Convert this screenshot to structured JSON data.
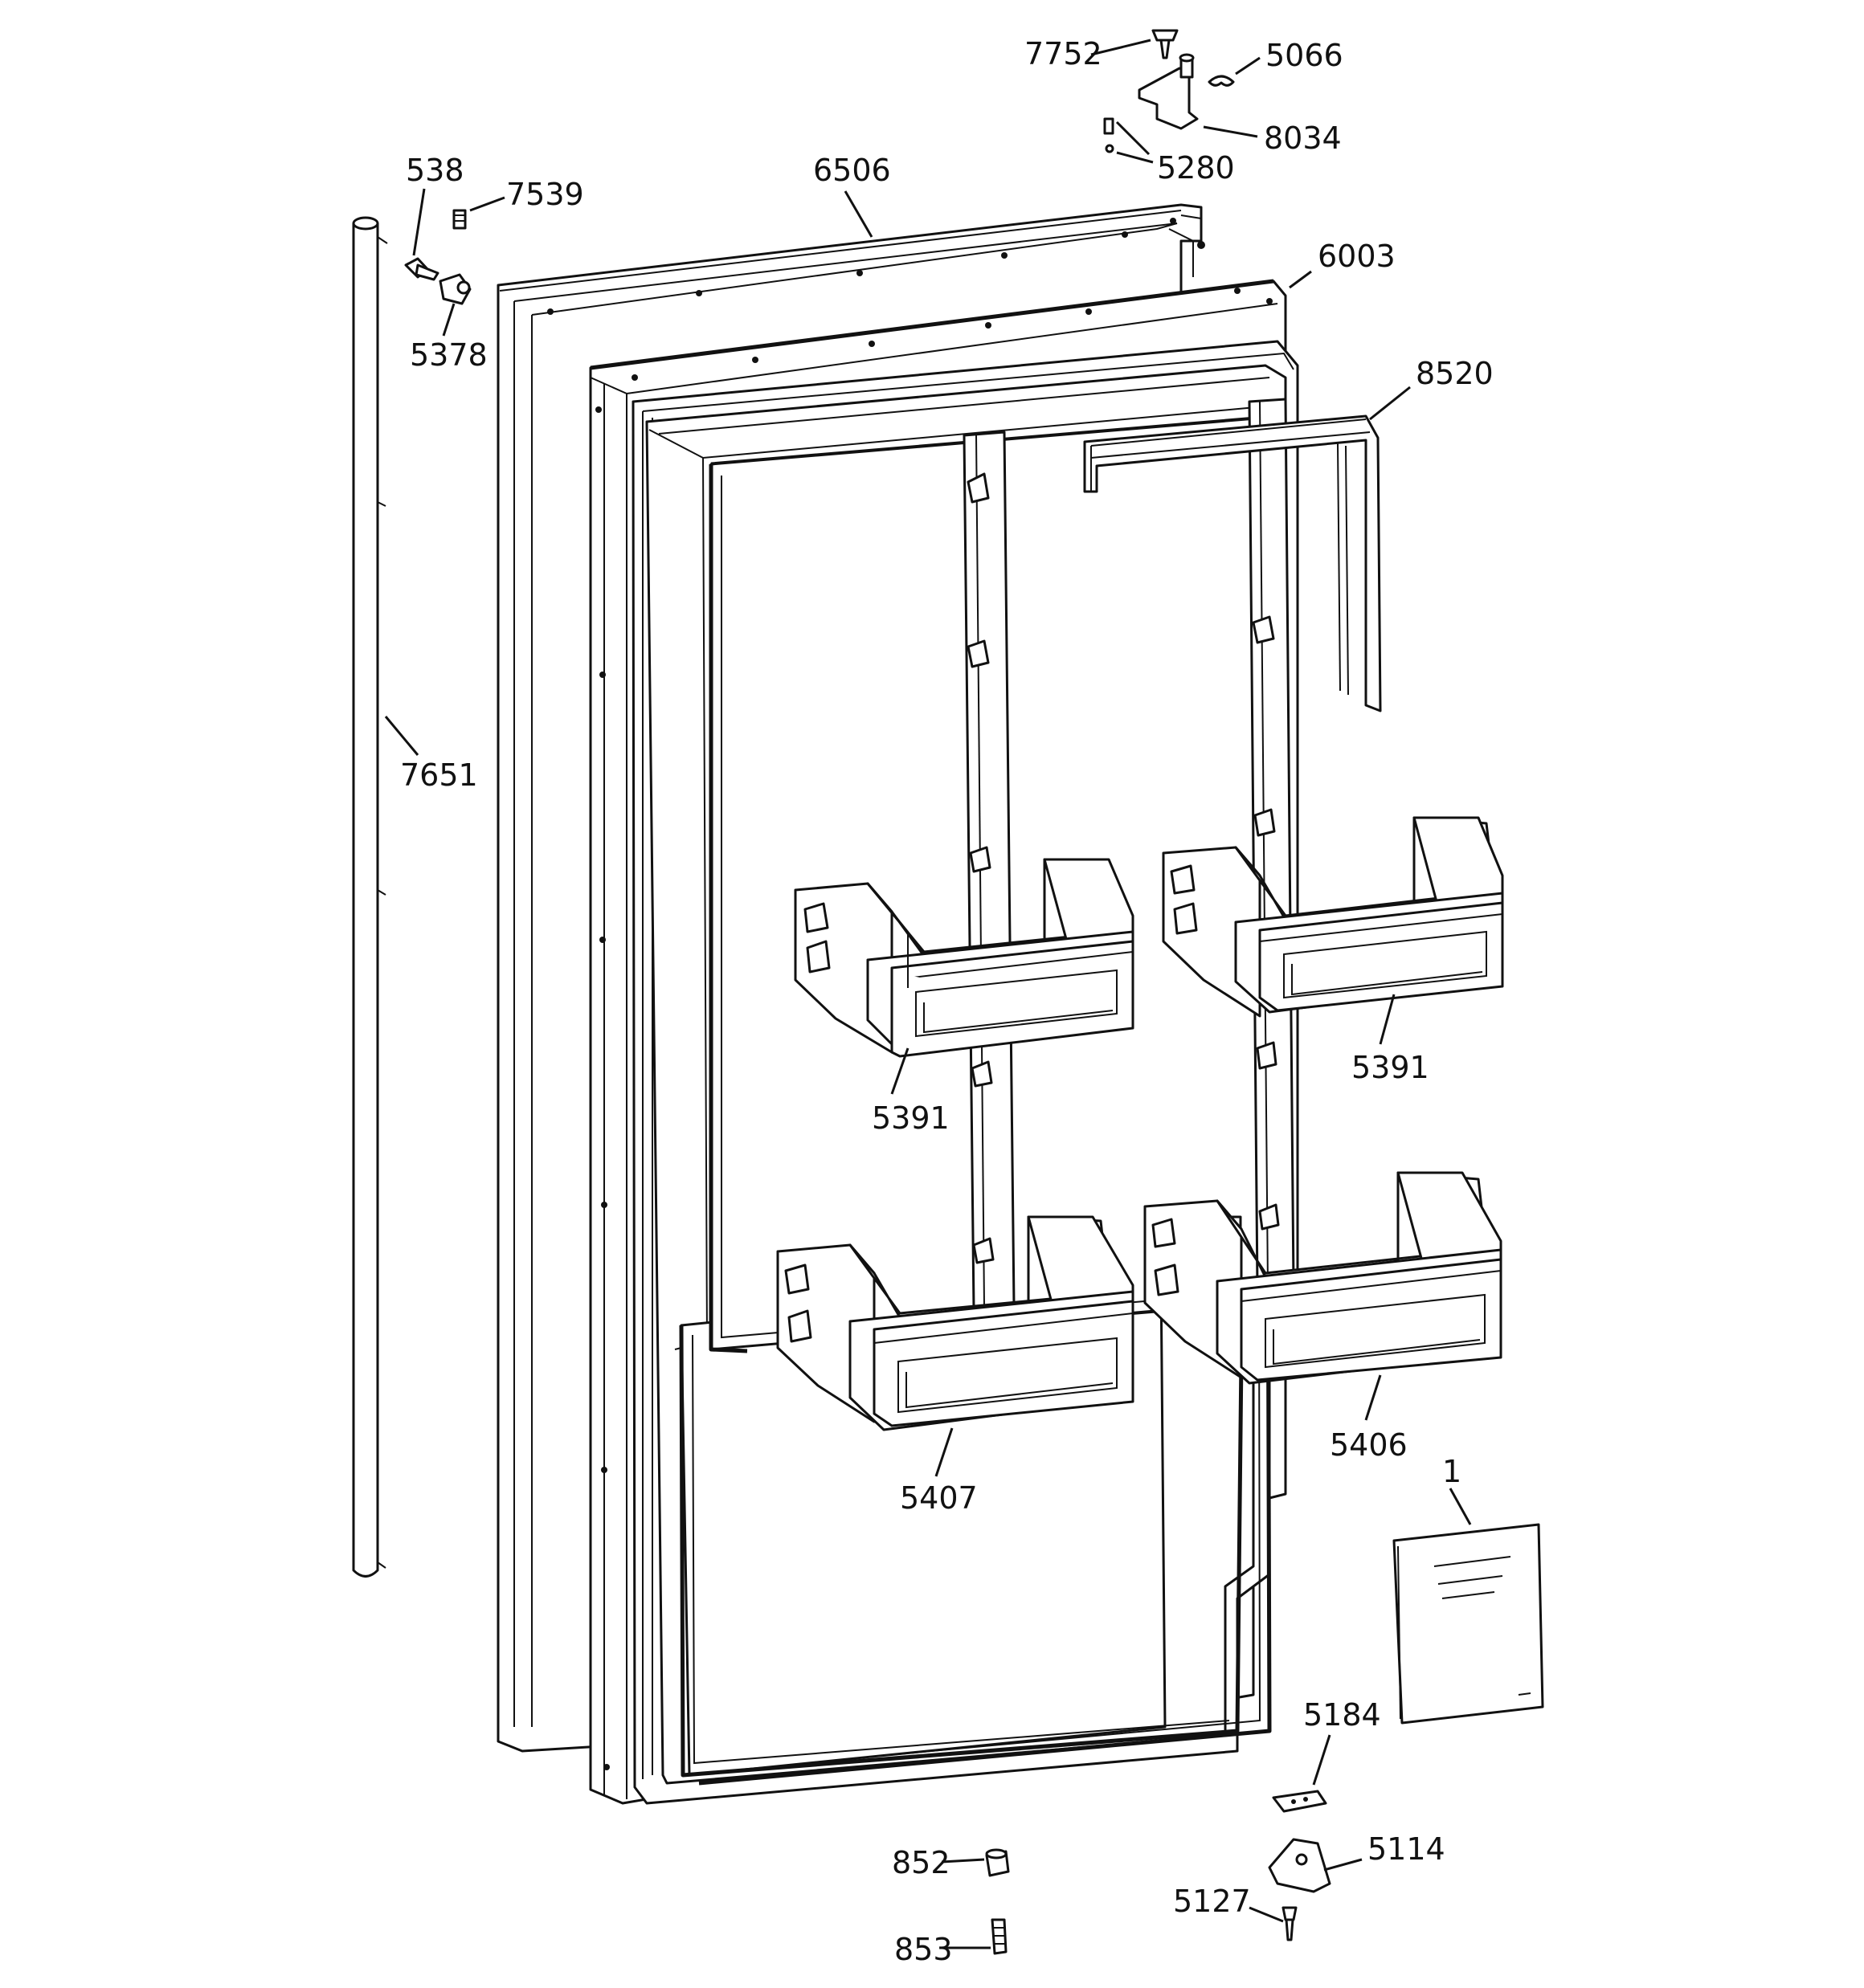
{
  "labels": {
    "p7752": "7752",
    "p5066": "5066",
    "p8034": "8034",
    "p5280": "5280",
    "p538": "538",
    "p7539": "7539",
    "p6506": "6506",
    "p6003": "6003",
    "p5378": "5378",
    "p8520": "8520",
    "p7651": "7651",
    "p5391a": "5391",
    "p5391b": "5391",
    "p5407": "5407",
    "p5406": "5406",
    "p1": "1",
    "p5184": "5184",
    "p852": "852",
    "p5114": "5114",
    "p5127": "5127",
    "p853": "853"
  },
  "colors": {
    "ink": "#111111",
    "paper": "#ffffff"
  }
}
